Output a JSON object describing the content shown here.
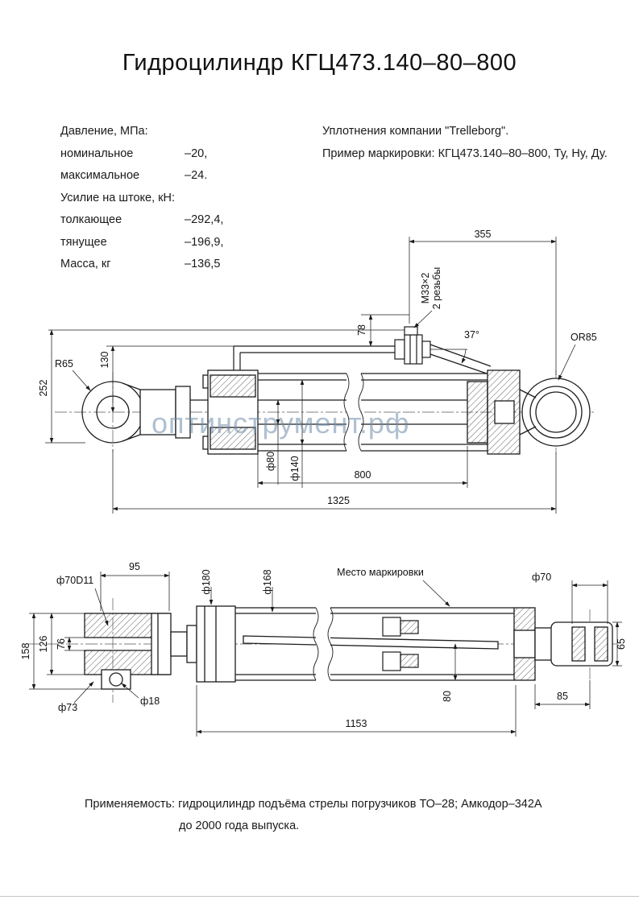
{
  "page": {
    "title": "Гидроцилиндр КГЦ473.140–80–800"
  },
  "specs": {
    "pressure_header": "Давление, МПа:",
    "pressure_rows": [
      {
        "label": "номинальное",
        "value": "–20,"
      },
      {
        "label": "максимальное",
        "value": "–24."
      }
    ],
    "force_header": "Усилие на штоке, кН:",
    "force_rows": [
      {
        "label": "толкающее",
        "value": "–292,4,"
      },
      {
        "label": "тянущее",
        "value": "–196,9,"
      }
    ],
    "mass_row": {
      "label": "Масса, кг",
      "value": "–136,5"
    }
  },
  "notes": {
    "seals": "Уплотнения компании \"Trelleborg\".",
    "marking": "Пример маркировки: КГЦ473.140–80–800, Ту, Ну, Ду."
  },
  "watermark": "оптинструмент.рф",
  "view1": {
    "dim_355": "355",
    "dim_78": "78",
    "thread_line1": "M33×2",
    "thread_line2": "2 резьбы",
    "dim_angle": "37°",
    "dim_or85": "OR85",
    "dim_r65": "R65",
    "dim_130": "130",
    "dim_252": "252",
    "dim_d80": "ф80",
    "dim_d140": "ф140",
    "dim_800": "800",
    "dim_1325": "1325"
  },
  "view2": {
    "dim_95": "95",
    "dim_d70d11": "ф70D11",
    "dim_d180": "ф180",
    "dim_d168": "ф168",
    "marking_note": "Место маркировки",
    "dim_d70": "ф70",
    "dim_65": "65",
    "dim_158": "158",
    "dim_126": "126",
    "dim_76": "76",
    "dim_d73": "ф73",
    "dim_d18": "ф18",
    "dim_80": "80",
    "dim_85": "85",
    "dim_1153": "1153"
  },
  "application": {
    "line1": "Применяемость: гидроцилиндр подъёма стрелы погрузчиков ТО–28; Амкодор–342А",
    "line2": "до 2000 года выпуска."
  }
}
